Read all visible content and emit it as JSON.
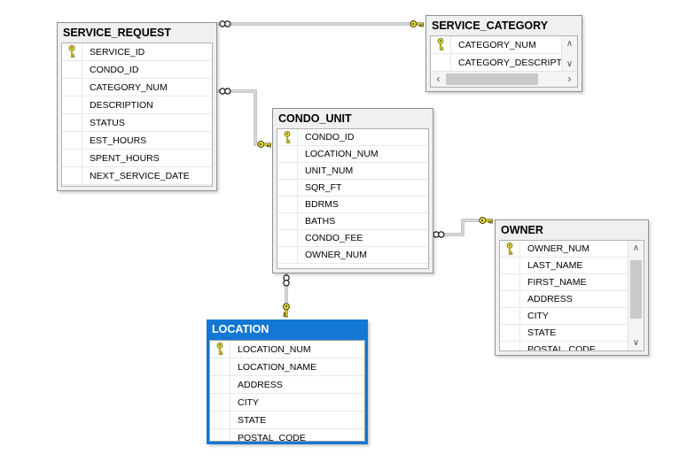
{
  "colors": {
    "selection_blue": "#1377d4",
    "key_yellow": "#f5ea3d",
    "connector_gray": "#8a9099",
    "table_border_gray": "#8b9199"
  },
  "scrollbar": {
    "up": "∧",
    "down": "∨",
    "left": "‹",
    "right": "›"
  },
  "tables": {
    "service_request": {
      "title": "SERVICE_REQUEST",
      "selected": false,
      "fields": [
        {
          "label": "SERVICE_ID",
          "pk": true
        },
        {
          "label": "CONDO_ID",
          "pk": false
        },
        {
          "label": "CATEGORY_NUM",
          "pk": false
        },
        {
          "label": "DESCRIPTION",
          "pk": false
        },
        {
          "label": "STATUS",
          "pk": false
        },
        {
          "label": "EST_HOURS",
          "pk": false
        },
        {
          "label": "SPENT_HOURS",
          "pk": false
        },
        {
          "label": "NEXT_SERVICE_DATE",
          "pk": false
        }
      ]
    },
    "service_category": {
      "title": "SERVICE_CATEGORY",
      "selected": false,
      "fields": [
        {
          "label": "CATEGORY_NUM",
          "pk": true
        },
        {
          "label": "CATEGORY_DESCRIPTION",
          "pk": false
        }
      ]
    },
    "condo_unit": {
      "title": "CONDO_UNIT",
      "selected": false,
      "fields": [
        {
          "label": "CONDO_ID",
          "pk": true
        },
        {
          "label": "LOCATION_NUM",
          "pk": false
        },
        {
          "label": "UNIT_NUM",
          "pk": false
        },
        {
          "label": "SQR_FT",
          "pk": false
        },
        {
          "label": "BDRMS",
          "pk": false
        },
        {
          "label": "BATHS",
          "pk": false
        },
        {
          "label": "CONDO_FEE",
          "pk": false
        },
        {
          "label": "OWNER_NUM",
          "pk": false
        }
      ]
    },
    "owner": {
      "title": "OWNER",
      "selected": false,
      "fields": [
        {
          "label": "OWNER_NUM",
          "pk": true
        },
        {
          "label": "LAST_NAME",
          "pk": false
        },
        {
          "label": "FIRST_NAME",
          "pk": false
        },
        {
          "label": "ADDRESS",
          "pk": false
        },
        {
          "label": "CITY",
          "pk": false
        },
        {
          "label": "STATE",
          "pk": false
        },
        {
          "label": "POSTAL_CODE",
          "pk": false
        }
      ]
    },
    "location": {
      "title": "LOCATION",
      "selected": true,
      "fields": [
        {
          "label": "LOCATION_NUM",
          "pk": true
        },
        {
          "label": "LOCATION_NAME",
          "pk": false
        },
        {
          "label": "ADDRESS",
          "pk": false
        },
        {
          "label": "CITY",
          "pk": false
        },
        {
          "label": "STATE",
          "pk": false
        },
        {
          "label": "POSTAL_CODE",
          "pk": false
        }
      ]
    }
  },
  "relationships": [
    {
      "one_side": "SERVICE_CATEGORY",
      "many_side": "SERVICE_REQUEST"
    },
    {
      "one_side": "CONDO_UNIT",
      "many_side": "SERVICE_REQUEST"
    },
    {
      "one_side": "OWNER",
      "many_side": "CONDO_UNIT"
    },
    {
      "one_side": "LOCATION",
      "many_side": "CONDO_UNIT"
    }
  ]
}
